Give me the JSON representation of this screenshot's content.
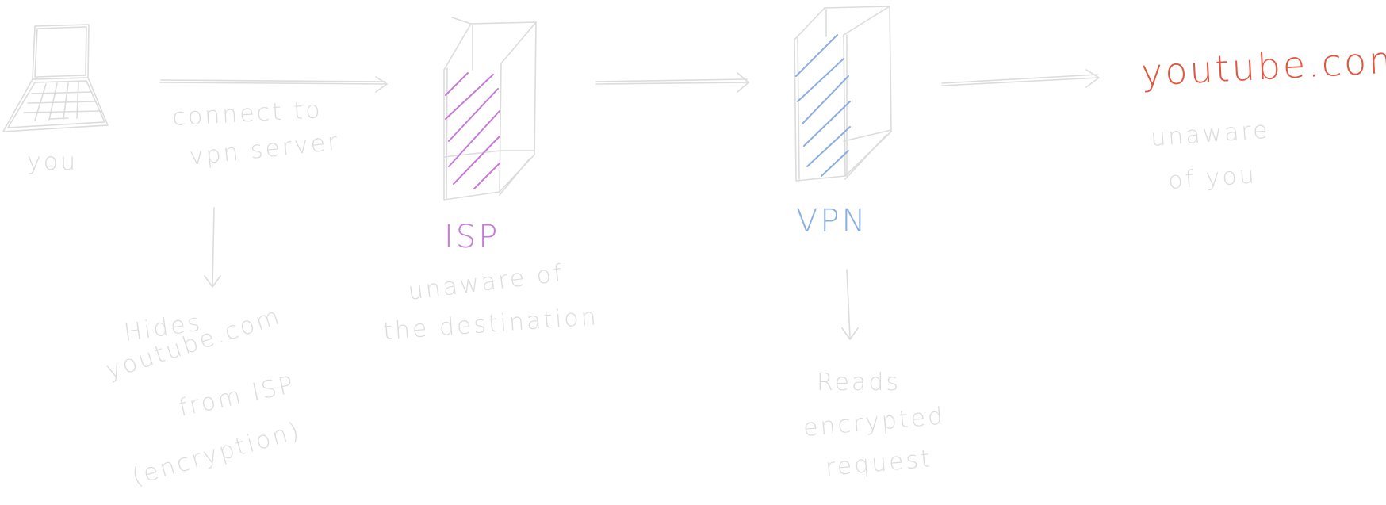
{
  "colors": {
    "background": "#ffffff",
    "sketch": "#dcdcdc",
    "isp_accent": "#c77ad9",
    "vpn_accent": "#8aaee0",
    "destination_accent": "#e0563f"
  },
  "nodes": {
    "you": {
      "label": "you",
      "icon": "laptop-icon"
    },
    "isp": {
      "label": "ISP",
      "icon": "server-rack-icon"
    },
    "vpn": {
      "label": "VPN",
      "icon": "server-rack-icon"
    },
    "destination": {
      "label": "youtube.com"
    }
  },
  "edges": {
    "you_to_isp": {
      "label_line1": "connect to",
      "label_line2": "vpn server"
    }
  },
  "notes": {
    "you_note": [
      "Hides",
      "youtube.com",
      "from ISP",
      "(encryption)"
    ],
    "isp_note": [
      "unaware of",
      "the destination"
    ],
    "vpn_note": [
      "Reads",
      "encrypted",
      "request"
    ],
    "destination_note": [
      "unaware",
      "of you"
    ]
  }
}
